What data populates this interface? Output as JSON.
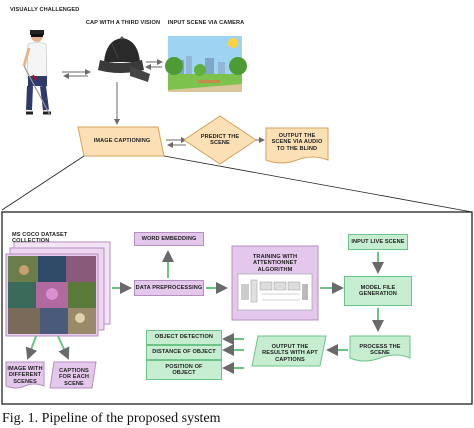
{
  "top": {
    "visually_challenged": "VISUALLY CHALLENGED",
    "cap_label": "CAP WITH A THIRD VISION",
    "input_scene_label": "INPUT SCENE VIA CAMERA",
    "image_captioning": "IMAGE CAPTIONING",
    "predict_scene": "PREDICT THE SCENE",
    "output_scene": "OUTPUT THE SCENE VIA AUDIO TO THE BLIND"
  },
  "detail": {
    "dataset_title": "MS COCO DATASET COLLECTION",
    "word_embedding": "WORD EMBEDDING",
    "data_preprocessing": "DATA PREPROCESSING",
    "training": "TRAINING WITH ATTENTIONNET ALGORITHM",
    "input_live_scene": "INPUT LIVE SCENE",
    "model_file_generation": "MODEL FILE GENERATION",
    "process_scene": "PROCESS THE SCENE",
    "output_results": "OUTPUT THE RESULTS WITH APT CAPTIONS",
    "object_detection": "OBJECT DETECTION",
    "distance_of_object": "DISTANCE OF OBJECT",
    "position_of_object": "POSITION OF OBJECT",
    "image_scenes": "IMAGE WITH DIFFERENT SCENES",
    "captions_scene": "CAPTIONS FOR EACH SCENE"
  },
  "caption": "Fig. 1. Pipeline of the proposed system",
  "colors": {
    "purple_fill": "#e4c8ec",
    "green_fill": "#c6edd0",
    "orange_fill": "#fbe0b6",
    "arrow": "#6bc484"
  },
  "icons": [
    "blind-person-icon",
    "cap-icon",
    "park-scene-icon",
    "dataset-photos-icon",
    "attention-diagram-icon"
  ]
}
